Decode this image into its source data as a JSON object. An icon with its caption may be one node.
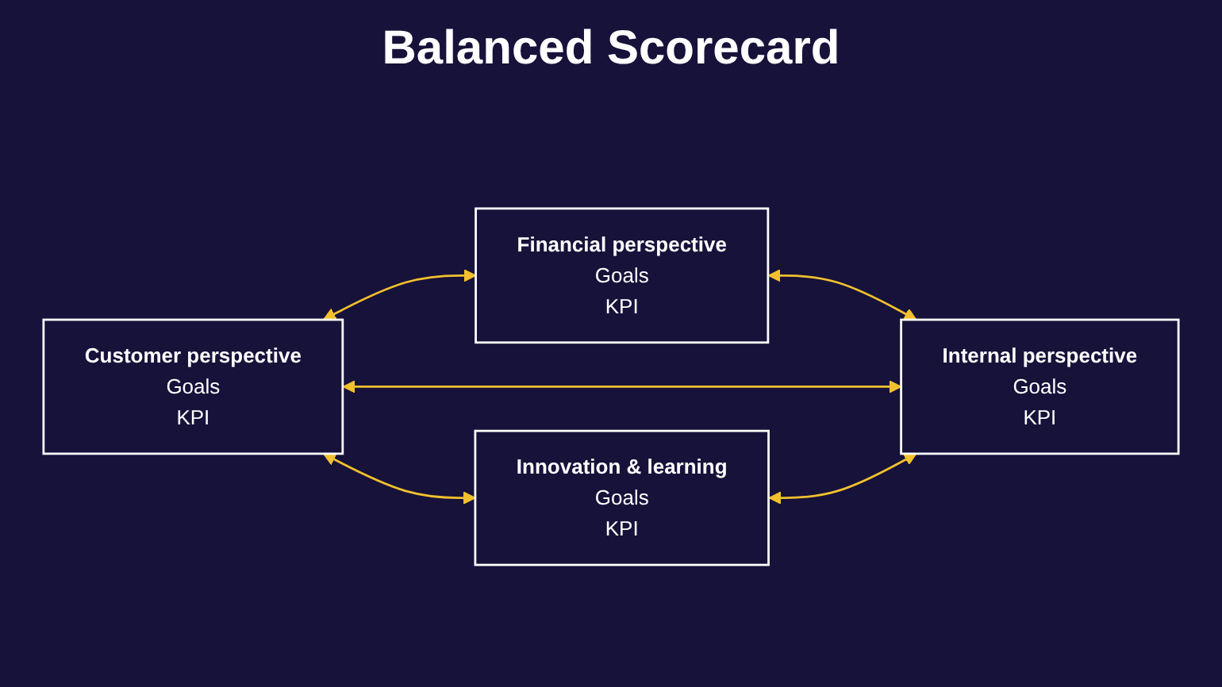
{
  "diagram": {
    "title": "Balanced Scorecard",
    "nodes": [
      {
        "text": [
          "Financial perspective",
          "Goals",
          "KPI"
        ]
      },
      {
        "text": [
          "Customer perspective",
          "Goals",
          "KPI"
        ]
      },
      {
        "text": [
          "Internal perspective",
          "Goals",
          "KPI"
        ]
      },
      {
        "text": [
          "Innovation & learning",
          "Goals",
          "KPI"
        ]
      }
    ],
    "edges": [
      {
        "from": 1,
        "to": 0,
        "arrow": "both"
      },
      {
        "from": 0,
        "to": 2,
        "arrow": "both"
      },
      {
        "from": 1,
        "to": 2,
        "arrow": "both"
      },
      {
        "from": 1,
        "to": 3,
        "arrow": "both"
      },
      {
        "from": 3,
        "to": 2,
        "arrow": "both"
      }
    ]
  }
}
